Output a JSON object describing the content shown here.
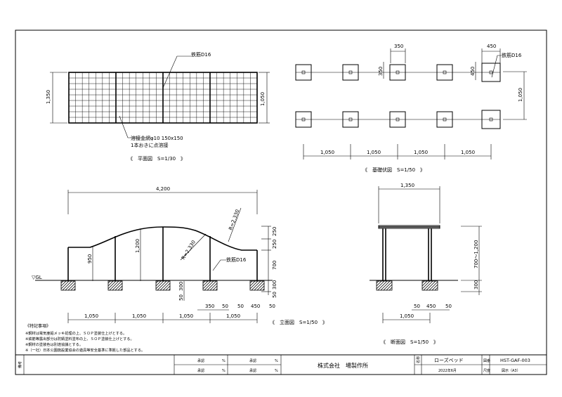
{
  "plan_view": {
    "rebar_label": "鉄筋D16",
    "mesh_label_1": "溶接金網φ10 150x150",
    "mesh_label_2": "1本おきに点溶接",
    "dim_left": "1,350",
    "dim_right": "1,050",
    "caption": "《　平面図　S=1/30　》"
  },
  "foundation_view": {
    "dim_top": "350",
    "dim_top_right": "450",
    "rebar_label": "鉄筋D16",
    "dim_left_small": "350",
    "dim_right_small": "450",
    "dim_right": "1,050",
    "bottom_dims": [
      "1,050",
      "1,050",
      "1,050",
      "1,050"
    ],
    "caption": "《　基礎伏図　S=1/50　》"
  },
  "elevation_view": {
    "dim_total": "4,200",
    "radius_1": "R=2,330",
    "radius_2": "R=2,330",
    "height_950": "950",
    "height_1200": "1,200",
    "rebar_label": "鉄筋D16",
    "right_dims": [
      "250",
      "250",
      "700",
      "300",
      "50"
    ],
    "gl_label": "▽GL",
    "small_dims": [
      "300",
      "50",
      "350",
      "50",
      "50",
      "450",
      "50"
    ],
    "bottom_dims": [
      "1,050",
      "1,050",
      "1,050",
      "1,050"
    ],
    "caption": "《　立面図　S=1/50　》"
  },
  "section_view": {
    "dim_top": "1,350",
    "height_label": "700～1,200",
    "dim_300": "300",
    "small_dims": [
      "50",
      "450",
      "50"
    ],
    "dim_bottom": "1,050",
    "caption": "《　断面図　S=1/50　》"
  },
  "notes": {
    "title": "《特記事項》",
    "lines": [
      "※鋼材は電気亜鉛メッキ処理の上、ＳＯＰ塗装仕上げとする。",
      "※鉄筋等露出部分は防錆塗料塗布の上、ＳＯＰ塗装仕上げとする。",
      "※鋼材の塗装色は別途協議とする。",
      "※（一社）日本公園施設業協会の遊具等安全基準に準拠した部品とする。"
    ]
  },
  "title_block": {
    "side_label": "備考",
    "cell_label": "承認",
    "percent": "%",
    "company": "株式会社　場製作所",
    "name_label": "名称",
    "product_name": "ローズベッド",
    "date": "2022年6月",
    "code_label": "図番",
    "code": "HST-GAF-003",
    "scale_label": "尺度",
    "scale": "図示（A3）"
  }
}
